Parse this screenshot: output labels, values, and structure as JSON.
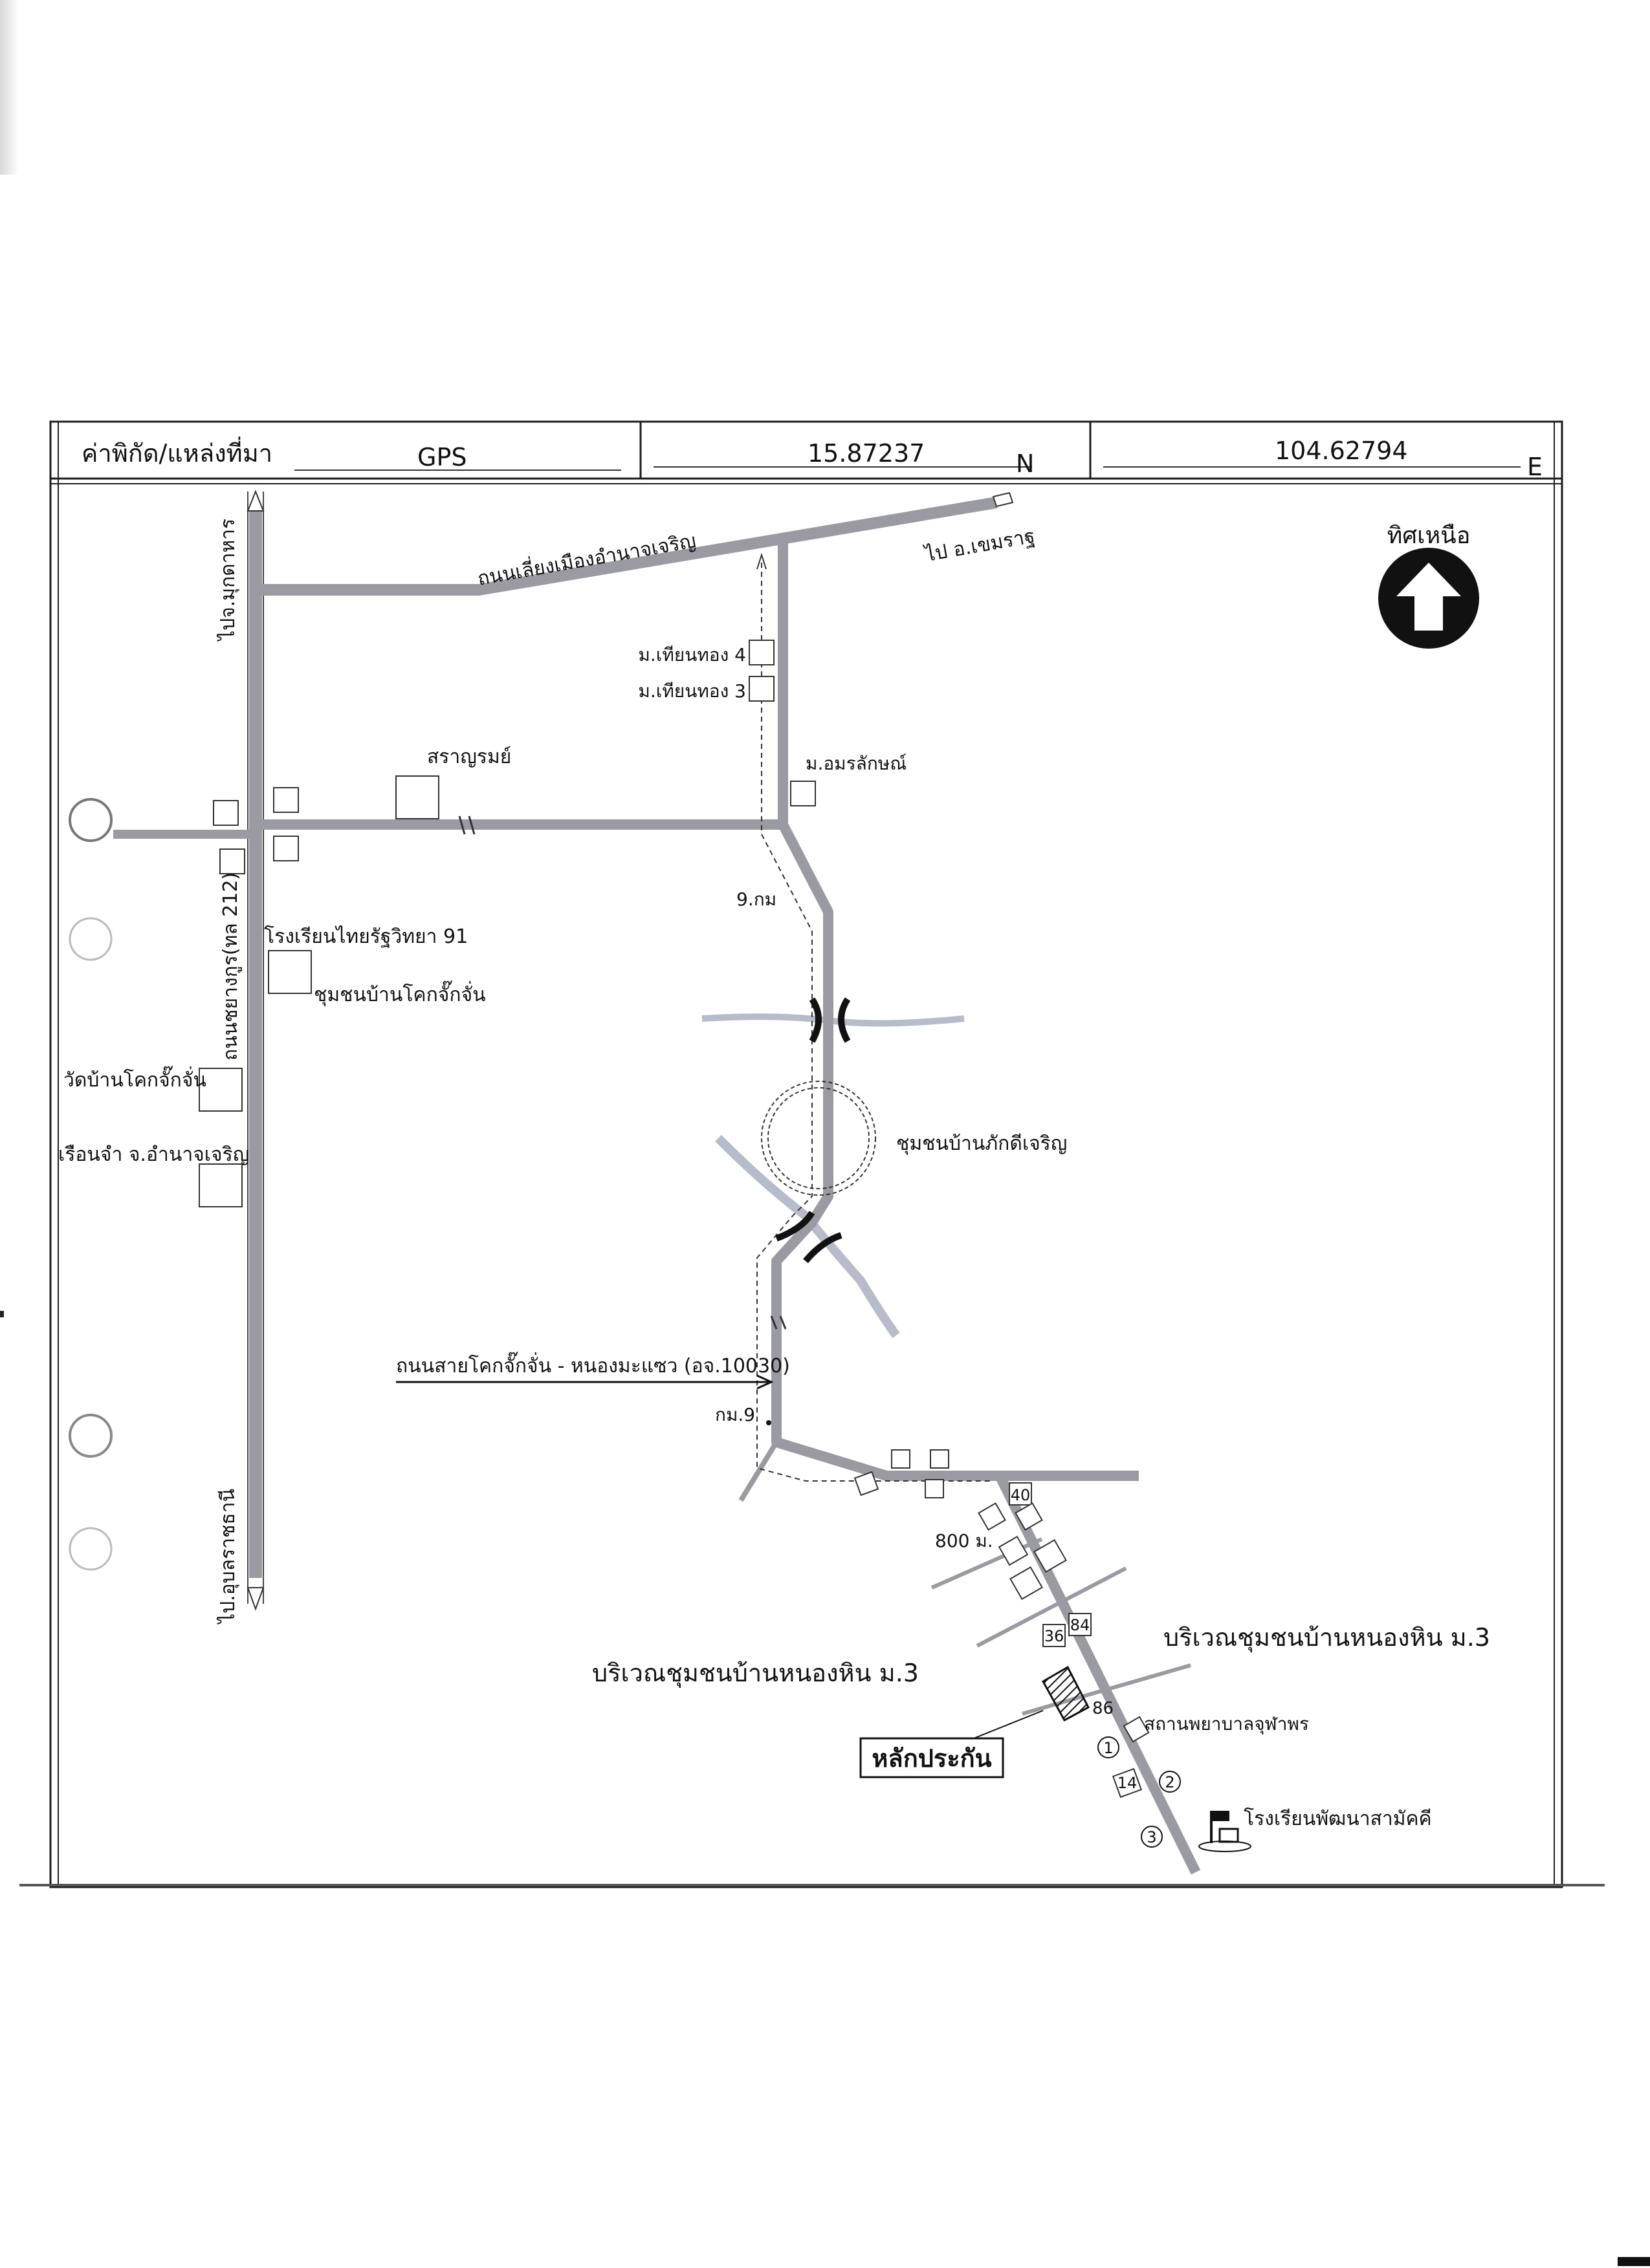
{
  "header": {
    "coordinate_label": "ค่าพิกัด/แหล่งที่มา",
    "source": "GPS",
    "latitude": "15.87237",
    "lat_unit": "N",
    "longitude": "104.62794",
    "lon_unit": "E"
  },
  "compass": {
    "label": "ทิศเหนือ",
    "icon": "north-arrow-icon"
  },
  "roads": {
    "to_mukdahan": "ไปจ.มุกดาหาร",
    "to_ubon": "ไป.อุบลราชธานี",
    "chayangkun": "ถนนชยางกูร(ทล 212)",
    "bypass": "ถนนเลี่ยงเมืองอำนาจเจริญ",
    "to_khemmarat": "ไป อ.เขมราฐ",
    "khok_nongma": "ถนนสายโคกจั๊กจั่น - หนองมะแซว (อจ.10030)"
  },
  "places": {
    "thianthong4": "ม.เทียนทอง 4",
    "thianthong3": "ม.เทียนทอง 3",
    "amonlak": "ม.อมรลักษณ์",
    "saranrom": "สราญรมย์",
    "thairat_school": "โรงเรียนไทยรัฐวิทยา 91",
    "khok_community": "ชุมชนบ้านโคกจั๊กจั่น",
    "khok_temple": "วัดบ้านโคกจั๊กจั่น",
    "prison": "เรือนจำ จ.อำนาจเจริญ",
    "phakdi_community": "ชุมชนบ้านภักดีเจริญ",
    "nonghin_left": "บริเวณชุมชนบ้านหนองหิน ม.3",
    "nonghin_right": "บริเวณชุมชนบ้านหนองหิน ม.3",
    "health_center": "สถานพยาบาลจุฬาพร",
    "school": "โรงเรียนพัฒนาสามัคคี",
    "collateral": "หลักประกัน"
  },
  "distances": {
    "km9_upper": "9.กม",
    "km9_lower": "กม.9",
    "m800": "800 ม."
  },
  "house_numbers": [
    "40",
    "84",
    "36",
    "86",
    "14"
  ],
  "circle_numbers": [
    "1",
    "2",
    "3"
  ],
  "colors": {
    "road": "#9a9aa2",
    "river": "#b7bccb",
    "line": "#1c1c1c"
  }
}
